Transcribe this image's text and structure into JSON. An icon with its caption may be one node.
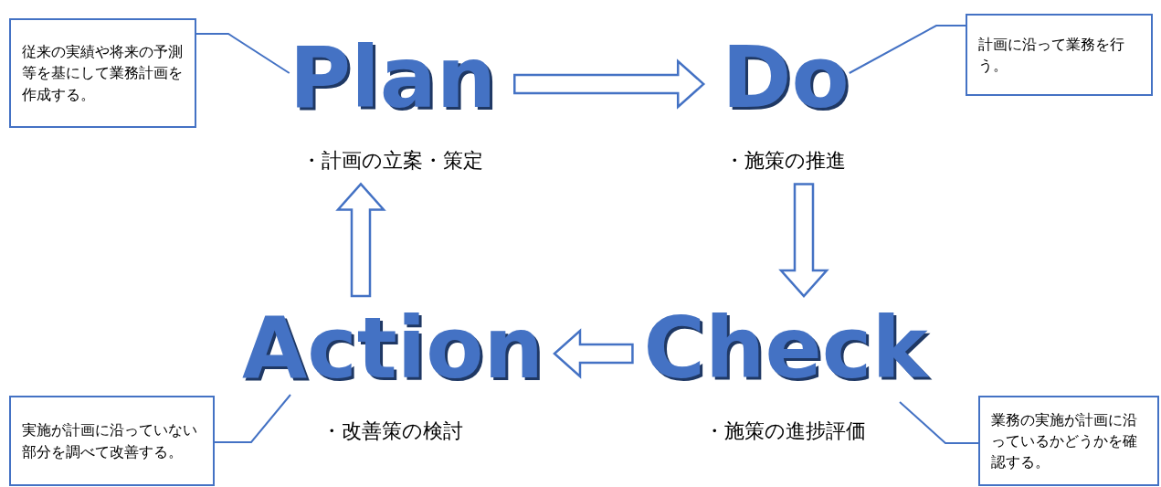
{
  "diagram": {
    "nodes": [
      {
        "text": [
          "Plan"
        ],
        "beside": [
          "・計画の立案・策定"
        ]
      },
      {
        "text": [
          "Do"
        ],
        "beside": [
          "・施策の推進"
        ]
      },
      {
        "text": [
          "Check"
        ],
        "beside": [
          "・施策の進捗評価"
        ]
      },
      {
        "text": [
          "Action"
        ],
        "beside": [
          "・改善策の検討"
        ]
      },
      {
        "text": [
          "従来の実績や将来の予測等を基にして業務計画を作成する。"
        ]
      },
      {
        "text": [
          "計画に沿って業務を行う。"
        ]
      },
      {
        "text": [
          "実施が計画に沿っていない部分を調べて改善する。"
        ]
      },
      {
        "text": [
          "業務の実施が計画に沿っているかどうかを確認する。"
        ]
      }
    ],
    "edges": [
      {
        "from": 0,
        "to": 1,
        "arrow": "to",
        "style": "thick"
      },
      {
        "from": 1,
        "to": 2,
        "arrow": "to",
        "style": "thick"
      },
      {
        "from": 2,
        "to": 3,
        "arrow": "to",
        "style": "thick"
      },
      {
        "from": 3,
        "to": 0,
        "arrow": "to",
        "style": "thick"
      },
      {
        "from": 4,
        "to": 0,
        "arrow": "none"
      },
      {
        "from": 5,
        "to": 1,
        "arrow": "none"
      },
      {
        "from": 6,
        "to": 3,
        "arrow": "none"
      },
      {
        "from": 7,
        "to": 2,
        "arrow": "none"
      }
    ]
  }
}
